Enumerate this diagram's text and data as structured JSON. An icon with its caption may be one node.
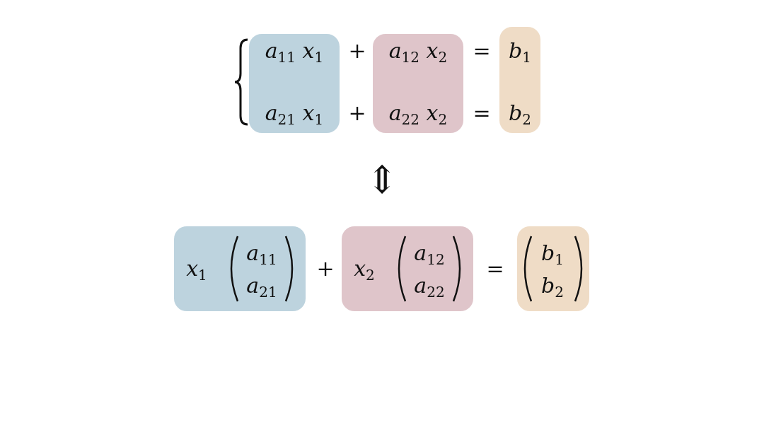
{
  "diagram": {
    "nodes": [
      {
        "text": [
          "*a*$_{11}$ *x*$_{1}$",
          "*a*$_{21}$ *x*$_{1}$"
        ]
      },
      {
        "text": [
          "*a*$_{12}$ *x*$_{2}$",
          "*a*$_{22}$ *x*$_{2}$"
        ]
      },
      {
        "text": [
          "*b*$_{1}$",
          "*b*$_{2}$"
        ]
      },
      {
        "text": [
          "*x*$_{1}$",
          "*a*$_{11}$",
          "*a*$_{21}$"
        ]
      },
      {
        "text": [
          "*x*$_{2}$",
          "*a*$_{12}$",
          "*a*$_{22}$"
        ]
      },
      {
        "text": [
          "*b*$_{1}$",
          "*b*$_{2}$"
        ]
      }
    ],
    "labels": [
      "+",
      "=",
      "+",
      "=",
      "⇕",
      "+",
      "="
    ]
  }
}
